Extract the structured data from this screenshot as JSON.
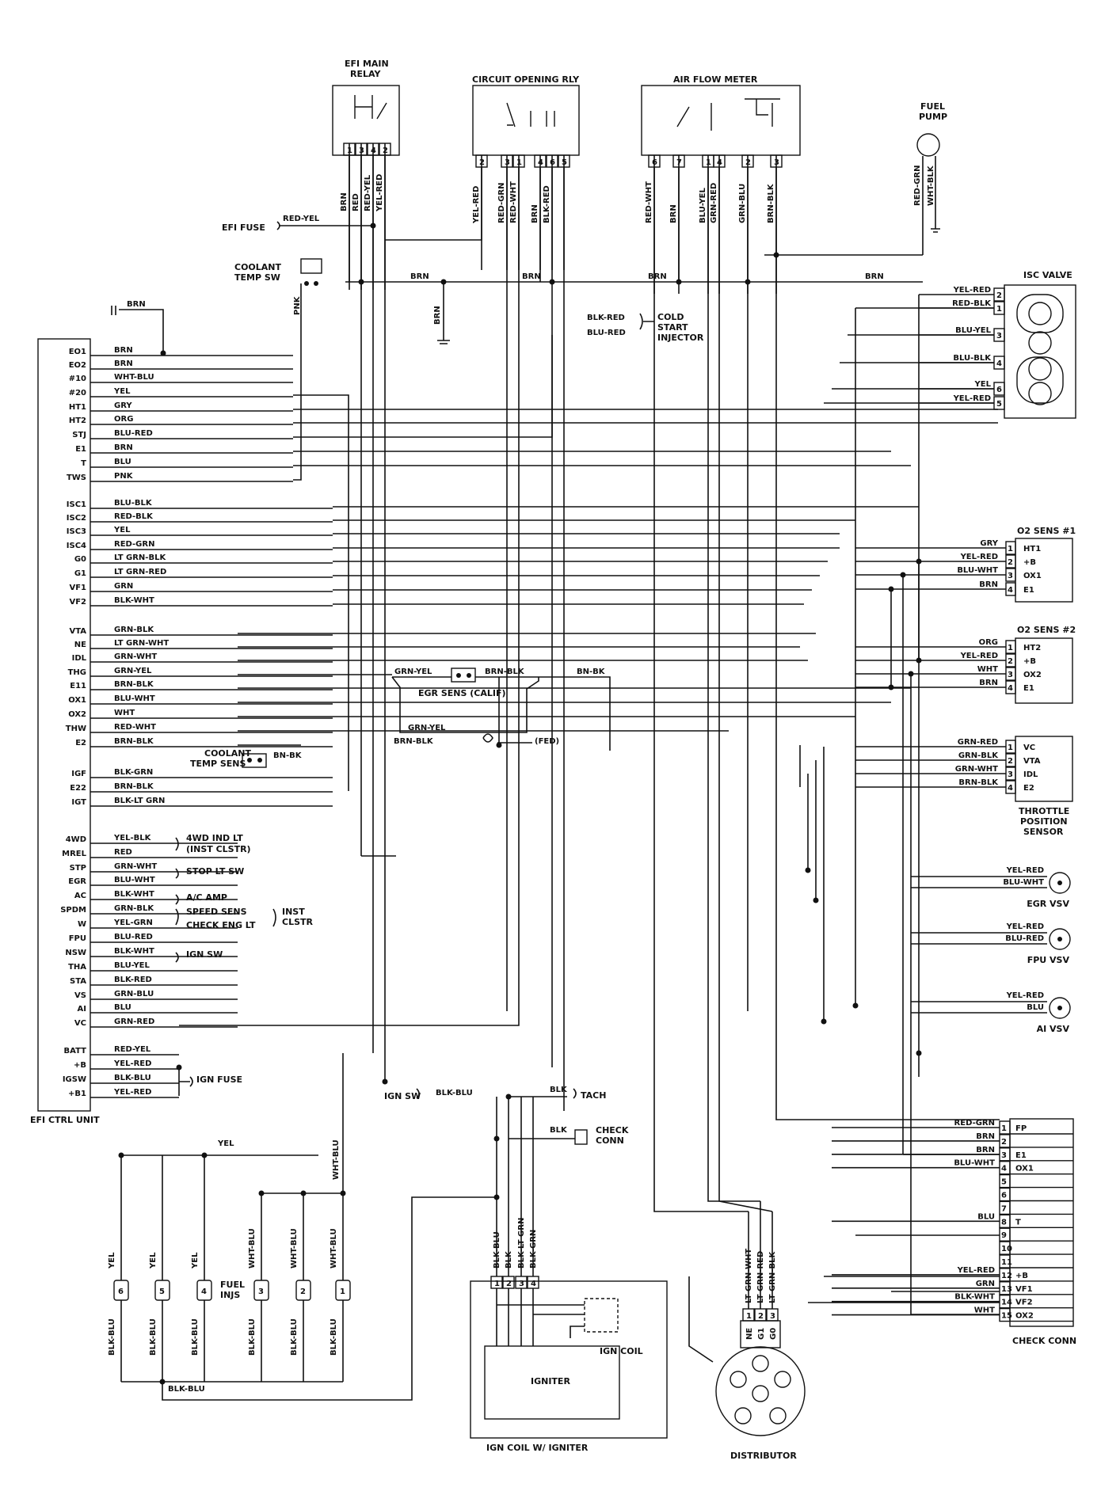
{
  "ecu": {
    "title": "EFI CTRL UNIT",
    "pins": [
      {
        "pin": "EO1",
        "wire": "BRN"
      },
      {
        "pin": "EO2",
        "wire": "BRN"
      },
      {
        "pin": "#10",
        "wire": "WHT-BLU"
      },
      {
        "pin": "#20",
        "wire": "YEL"
      },
      {
        "pin": "HT1",
        "wire": "GRY"
      },
      {
        "pin": "HT2",
        "wire": "ORG"
      },
      {
        "pin": "STJ",
        "wire": "BLU-RED"
      },
      {
        "pin": "E1",
        "wire": "BRN"
      },
      {
        "pin": "T",
        "wire": "BLU"
      },
      {
        "pin": "TWS",
        "wire": "PNK"
      },
      {
        "pin": "ISC1",
        "wire": "BLU-BLK"
      },
      {
        "pin": "ISC2",
        "wire": "RED-BLK"
      },
      {
        "pin": "ISC3",
        "wire": "YEL"
      },
      {
        "pin": "ISC4",
        "wire": "RED-GRN"
      },
      {
        "pin": "G0",
        "wire": "LT GRN-BLK"
      },
      {
        "pin": "G1",
        "wire": "LT GRN-RED"
      },
      {
        "pin": "VF1",
        "wire": "GRN"
      },
      {
        "pin": "VF2",
        "wire": "BLK-WHT"
      },
      {
        "pin": "VTA",
        "wire": "GRN-BLK"
      },
      {
        "pin": "NE",
        "wire": "LT GRN-WHT"
      },
      {
        "pin": "IDL",
        "wire": "GRN-WHT"
      },
      {
        "pin": "THG",
        "wire": "GRN-YEL"
      },
      {
        "pin": "E11",
        "wire": "BRN-BLK"
      },
      {
        "pin": "OX1",
        "wire": "BLU-WHT"
      },
      {
        "pin": "OX2",
        "wire": "WHT"
      },
      {
        "pin": "THW",
        "wire": "RED-WHT"
      },
      {
        "pin": "E2",
        "wire": "BRN-BLK"
      },
      {
        "pin": "IGF",
        "wire": "BLK-GRN"
      },
      {
        "pin": "E22",
        "wire": "BRN-BLK"
      },
      {
        "pin": "IGT",
        "wire": "BLK-LT GRN"
      },
      {
        "pin": "4WD",
        "wire": "YEL-BLK"
      },
      {
        "pin": "MREL",
        "wire": "RED"
      },
      {
        "pin": "STP",
        "wire": "GRN-WHT"
      },
      {
        "pin": "EGR",
        "wire": "BLU-WHT"
      },
      {
        "pin": "AC",
        "wire": "BLK-WHT"
      },
      {
        "pin": "SPDM",
        "wire": "GRN-BLK"
      },
      {
        "pin": "W",
        "wire": "YEL-GRN"
      },
      {
        "pin": "FPU",
        "wire": "BLU-RED"
      },
      {
        "pin": "NSW",
        "wire": "BLK-WHT"
      },
      {
        "pin": "THA",
        "wire": "BLU-YEL"
      },
      {
        "pin": "STA",
        "wire": "BLK-RED"
      },
      {
        "pin": "VS",
        "wire": "GRN-BLU"
      },
      {
        "pin": "AI",
        "wire": "BLU"
      },
      {
        "pin": "VC",
        "wire": "GRN-RED"
      },
      {
        "pin": "BATT",
        "wire": "RED-YEL"
      },
      {
        "pin": "+B",
        "wire": "YEL-RED"
      },
      {
        "pin": "IGSW",
        "wire": "BLK-BLU"
      },
      {
        "pin": "+B1",
        "wire": "YEL-RED"
      }
    ]
  },
  "top": {
    "efi_main_relay": "EFI MAIN\nRELAY",
    "efi_main_relay_l1": "EFI MAIN",
    "efi_main_relay_l2": "RELAY",
    "relay_pins": [
      "1",
      "3",
      "4",
      "2"
    ],
    "relay_wires": [
      "BRN",
      "RED",
      "RED-YEL",
      "YEL-RED"
    ],
    "circuit_opening_rly": "CIRCUIT OPENING RLY",
    "cor_pins": [
      "2",
      "3",
      "1",
      "4",
      "6",
      "5"
    ],
    "cor_wires": [
      "YEL-RED",
      "RED-GRN",
      "RED-WHT",
      "BRN",
      "BLK-RED"
    ],
    "air_flow_meter": "AIR FLOW METER",
    "afm_pins": [
      "6",
      "7",
      "1",
      "4",
      "2",
      "3"
    ],
    "afm_wires": [
      "RED-WHT",
      "BRN",
      "BLU-YEL",
      "GRN-RED",
      "GRN-BLU",
      "BRN-BLK"
    ],
    "fuel_pump_l1": "FUEL",
    "fuel_pump_l2": "PUMP",
    "fuel_pump_wires": [
      "RED-GRN",
      "WHT-BLK"
    ],
    "efi_fuse": "EFI FUSE",
    "efi_fuse_wire": "RED-YEL",
    "coolant_temp_sw_l1": "COOLANT",
    "coolant_temp_sw_l2": "TEMP SW",
    "coolant_temp_sw_wire": "PNK",
    "brn": "BRN",
    "cold_start_l1": "COLD",
    "cold_start_l2": "START",
    "cold_start_l3": "INJECTOR",
    "cold_start_wires": [
      "BLK-RED",
      "BLU-RED"
    ]
  },
  "isc_valve": {
    "title": "ISC VALVE",
    "rows": [
      {
        "wire": "YEL-RED",
        "pin": "2"
      },
      {
        "wire": "RED-BLK",
        "pin": "1"
      },
      {
        "wire": "BLU-YEL",
        "pin": "3"
      },
      {
        "wire": "BLU-BLK",
        "pin": "4"
      },
      {
        "wire": "YEL",
        "pin": "6"
      },
      {
        "wire": "YEL-RED",
        "pin": "5"
      }
    ]
  },
  "o2_sens_1": {
    "title": "O2 SENS #1",
    "rows": [
      {
        "wire": "GRY",
        "pin": "1",
        "term": "HT1"
      },
      {
        "wire": "YEL-RED",
        "pin": "2",
        "term": "+B"
      },
      {
        "wire": "BLU-WHT",
        "pin": "3",
        "term": "OX1"
      },
      {
        "wire": "BRN",
        "pin": "4",
        "term": "E1"
      }
    ]
  },
  "o2_sens_2": {
    "title": "O2 SENS #2",
    "rows": [
      {
        "wire": "ORG",
        "pin": "1",
        "term": "HT2"
      },
      {
        "wire": "YEL-RED",
        "pin": "2",
        "term": "+B"
      },
      {
        "wire": "WHT",
        "pin": "3",
        "term": "OX2"
      },
      {
        "wire": "BRN",
        "pin": "4",
        "term": "E1"
      }
    ]
  },
  "tps": {
    "title_l1": "THROTTLE",
    "title_l2": "POSITION",
    "title_l3": "SENSOR",
    "rows": [
      {
        "wire": "GRN-RED",
        "pin": "1",
        "term": "VC"
      },
      {
        "wire": "GRN-BLK",
        "pin": "2",
        "term": "VTA"
      },
      {
        "wire": "GRN-WHT",
        "pin": "3",
        "term": "IDL"
      },
      {
        "wire": "BRN-BLK",
        "pin": "4",
        "term": "E2"
      }
    ]
  },
  "vsv": [
    {
      "title": "EGR VSV",
      "w1": "YEL-RED",
      "w2": "BLU-WHT"
    },
    {
      "title": "FPU VSV",
      "w1": "YEL-RED",
      "w2": "BLU-RED"
    },
    {
      "title": "AI VSV",
      "w1": "YEL-RED",
      "w2": "BLU"
    }
  ],
  "check_conn": {
    "title": "CHECK CONN",
    "rows": [
      {
        "pin": "1",
        "wire": "RED-GRN",
        "term": "FP"
      },
      {
        "pin": "2",
        "wire": "BRN",
        "term": ""
      },
      {
        "pin": "3",
        "wire": "BRN",
        "term": "E1"
      },
      {
        "pin": "4",
        "wire": "BLU-WHT",
        "term": "OX1"
      },
      {
        "pin": "5",
        "wire": "",
        "term": ""
      },
      {
        "pin": "6",
        "wire": "",
        "term": ""
      },
      {
        "pin": "7",
        "wire": "",
        "term": ""
      },
      {
        "pin": "8",
        "wire": "BLU",
        "term": "T"
      },
      {
        "pin": "9",
        "wire": "",
        "term": ""
      },
      {
        "pin": "10",
        "wire": "",
        "term": ""
      },
      {
        "pin": "11",
        "wire": "",
        "term": ""
      },
      {
        "pin": "12",
        "wire": "YEL-RED",
        "term": "+B"
      },
      {
        "pin": "13",
        "wire": "GRN",
        "term": "VF1"
      },
      {
        "pin": "14",
        "wire": "BLK-WHT",
        "term": "VF2"
      },
      {
        "pin": "15",
        "wire": "WHT",
        "term": "OX2"
      }
    ]
  },
  "middle": {
    "egr_sens": "EGR SENS (CALIF)",
    "egr_w1": "GRN-YEL",
    "egr_w2": "BRN-BLK",
    "egr_w3": "BN-BK",
    "egr_w4": "GRN-YEL",
    "egr_w5": "BRN-BLK",
    "fed": "(FED)",
    "coolant_temp_sens_l1": "COOLANT",
    "coolant_temp_sens_l2": "TEMP SENS",
    "cts_wire": "BN-BK"
  },
  "left_annot": {
    "ind_l1": "4WD IND LT",
    "ind_l2": "(INST CLSTR)",
    "stop_lt": "STOP LT SW",
    "ac_amp": "A/C AMP",
    "speed_sens": "SPEED SENS",
    "check_eng": "CHECK ENG LT",
    "inst_l1": "INST",
    "inst_l2": "CLSTR",
    "ign_sw": "IGN SW",
    "ign_fuse": "IGN FUSE"
  },
  "bottom": {
    "ign_sw": "IGN SW",
    "ign_wire": "BLK-BLU",
    "tach": "TACH",
    "tach_wire": "BLK",
    "check_conn_l1": "CHECK",
    "check_conn_l2": "CONN",
    "check_wire": "BLK",
    "yel": "YEL",
    "wht_blu": "WHT-BLU",
    "fuel_injs_l1": "FUEL",
    "fuel_injs_l2": "INJS",
    "injectors": [
      {
        "num": "6",
        "top": "YEL",
        "bot": "BLK-BLU"
      },
      {
        "num": "5",
        "top": "YEL",
        "bot": "BLK-BLU"
      },
      {
        "num": "4",
        "top": "YEL",
        "bot": "BLK-BLU"
      },
      {
        "num": "3",
        "top": "WHT-BLU",
        "bot": "BLK-BLU"
      },
      {
        "num": "2",
        "top": "WHT-BLU",
        "bot": "BLK-BLU"
      },
      {
        "num": "1",
        "top": "WHT-BLU",
        "bot": "BLK-BLU"
      }
    ],
    "blk_blu": "BLK-BLU",
    "igniter_pins": [
      "1",
      "2",
      "3",
      "4"
    ],
    "igniter_wires": [
      "BLK-BLU",
      "BLK",
      "BLK-LT GRN",
      "BLK-GRN"
    ],
    "ign_coil": "IGN COIL",
    "igniter": "IGNITER",
    "ign_coil_igniter": "IGN COIL W/ IGNITER",
    "dist_wires": [
      "LT GRN-WHT",
      "LT GRN-RED",
      "LT GRN-BLK"
    ],
    "dist_pins": [
      "1",
      "2",
      "3"
    ],
    "dist_terms": [
      "NE",
      "G1",
      "G0"
    ],
    "distributor": "DISTRIBUTOR"
  }
}
